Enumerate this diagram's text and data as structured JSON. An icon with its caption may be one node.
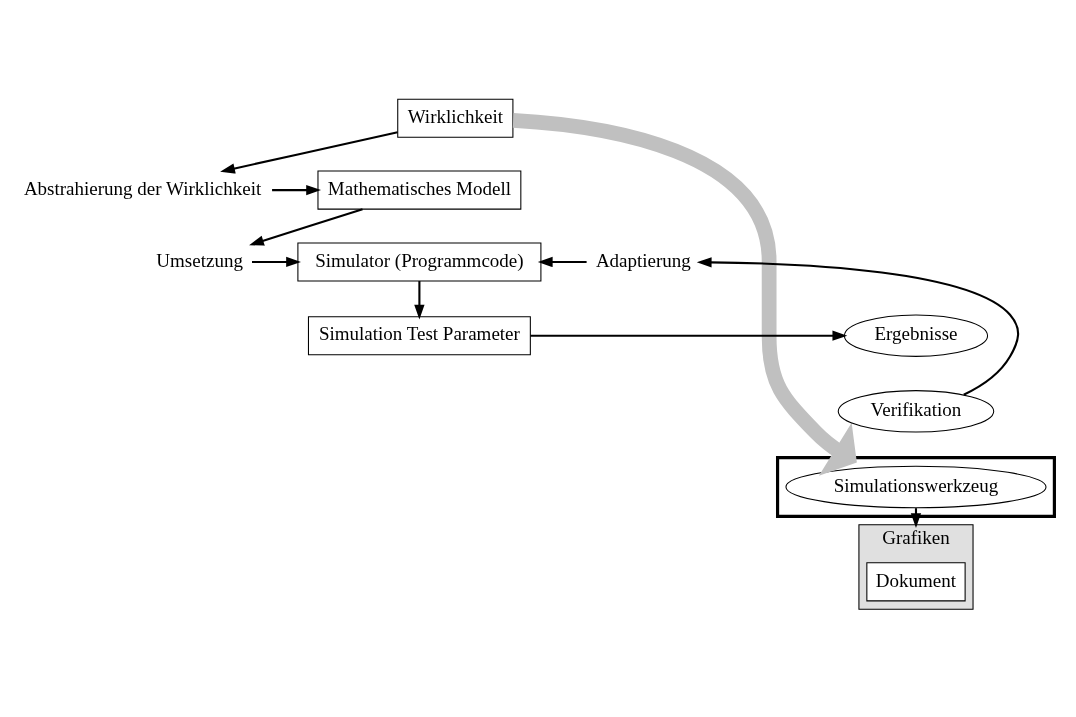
{
  "diagram": {
    "nodes": [
      {
        "text": [
          "Wirklichkeit"
        ]
      },
      {
        "text": [
          "Abstrahierung der Wirklichkeit"
        ]
      },
      {
        "text": [
          "Mathematisches Modell"
        ]
      },
      {
        "text": [
          "Umsetzung"
        ]
      },
      {
        "text": [
          "Simulator (Programmcode)"
        ]
      },
      {
        "text": [
          "Adaptierung"
        ]
      },
      {
        "text": [
          "Ergebnisse"
        ]
      },
      {
        "text": [
          "Simulation Test Parameter"
        ]
      },
      {
        "text": [
          "Verifikation"
        ]
      },
      {
        "text": [],
        "shape": "box"
      },
      {
        "text": [
          "Simulationswerkzeug"
        ],
        "in": 9
      },
      {
        "text": [
          "Grafiken"
        ]
      },
      {
        "text": [
          "Dokument"
        ],
        "in": 11
      }
    ],
    "edges": [
      {
        "from": 0,
        "to": 1,
        "arrow": "to"
      },
      {
        "from": 1,
        "to": 2,
        "arrow": "to"
      },
      {
        "from": 2,
        "to": 3,
        "arrow": "to"
      },
      {
        "from": 3,
        "to": 4,
        "arrow": "to"
      },
      {
        "from": 4,
        "to": 7,
        "arrow": "to"
      },
      {
        "from": 7,
        "to": 6,
        "arrow": "to"
      },
      {
        "from": 8,
        "to": 5,
        "arrow": "to"
      },
      {
        "from": 5,
        "to": 4,
        "arrow": "to"
      },
      {
        "from": 10,
        "to": 11,
        "arrow": "to"
      },
      {
        "from": 0,
        "to": 9,
        "arrow": "to",
        "style": "thick",
        "color": "#c0c0c0"
      }
    ]
  }
}
